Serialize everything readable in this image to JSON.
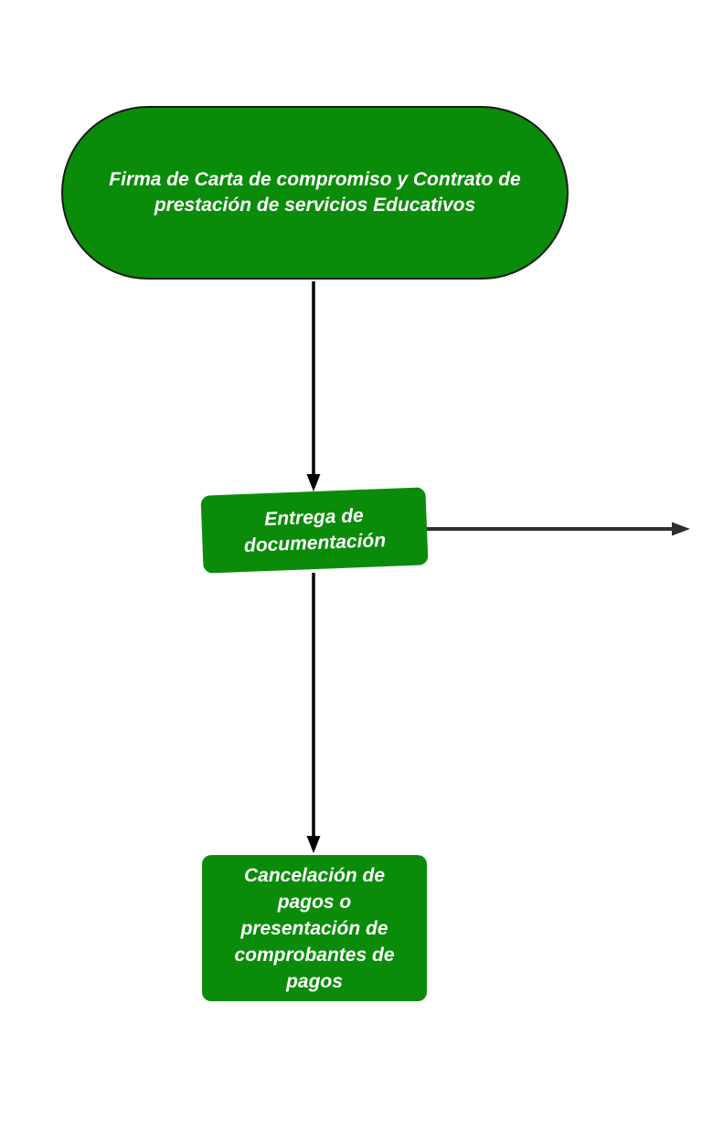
{
  "page": {
    "background": "#ffffff",
    "type_label": "flowchart"
  },
  "colors": {
    "page_bg": "#ffffff",
    "node_fill": "#0a8c0a",
    "node_text": "#ffffff",
    "stadium_border": "#1a1a1a",
    "arrow_black": "#000000",
    "arrow_gray": "#2e2e2e"
  },
  "nodes": {
    "start": {
      "shape": "stadium",
      "text": "Firma de Carta de compromiso y Contrato de prestación de servicios Educativos",
      "lines": [
        "Firma de Carta de compromiso y Contrato de",
        "prestación de servicios Educativos"
      ]
    },
    "entrega": {
      "shape": "rounded-rectangle-tilted",
      "text": "Entrega de documentación",
      "lines": [
        "Entrega de",
        "documentación"
      ]
    },
    "pagos": {
      "shape": "rounded-rectangle",
      "text": "Cancelación de pagos o presentación de comprobantes de pagos",
      "lines": [
        "Cancelación de",
        "pagos o",
        "presentación de",
        "comprobantes de",
        "pagos"
      ]
    }
  },
  "edges": [
    {
      "from": "start",
      "to": "entrega",
      "direction": "down"
    },
    {
      "from": "entrega",
      "to": "offscreen-right",
      "direction": "right"
    },
    {
      "from": "entrega",
      "to": "pagos",
      "direction": "down"
    }
  ]
}
